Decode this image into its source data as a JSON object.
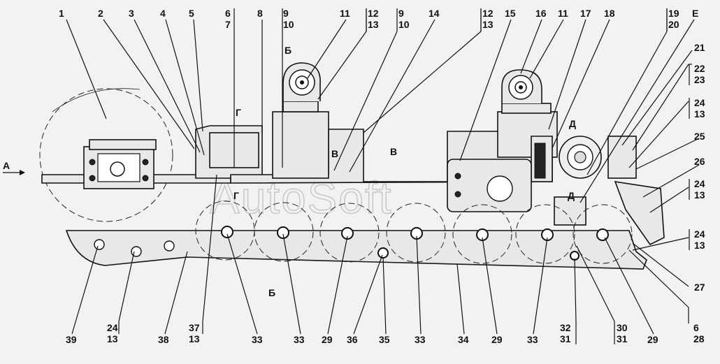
{
  "watermark": "AutoSoft",
  "view_marks": {
    "a": "А",
    "b_top": "Б",
    "b_bottom": "Б",
    "v_left": "В",
    "v_right": "В",
    "g_top": "Г",
    "g_bottom": "Г",
    "d_top": "Д",
    "d_bottom": "Д"
  },
  "top_labels": [
    "1",
    "2",
    "3",
    "4",
    "5",
    "6",
    "7",
    "8",
    "9",
    "10",
    "11",
    "12",
    "13",
    "9",
    "10",
    "14",
    "12",
    "13",
    "15",
    "16",
    "11",
    "17",
    "18",
    "19",
    "20",
    "E"
  ],
  "right_labels": [
    "21",
    "22",
    "23",
    "24",
    "13",
    "25",
    "26",
    "24",
    "13",
    "24",
    "13",
    "27"
  ],
  "bottom_labels": [
    "39",
    "24",
    "13",
    "38",
    "37",
    "13",
    "33",
    "33",
    "29",
    "36",
    "35",
    "33",
    "34",
    "29",
    "33",
    "32",
    "31",
    "30",
    "31",
    "29",
    "6",
    "28"
  ]
}
